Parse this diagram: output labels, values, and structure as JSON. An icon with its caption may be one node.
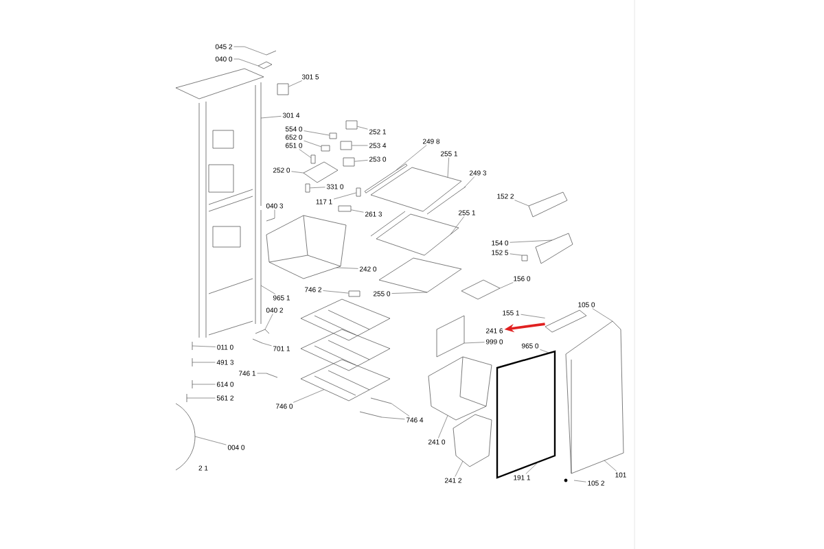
{
  "diagram": {
    "nodes": [
      {
        "text": [
          "045 2"
        ]
      },
      {
        "text": [
          "040 0"
        ]
      },
      {
        "text": [
          "301 5"
        ]
      },
      {
        "text": [
          "301 4"
        ]
      },
      {
        "text": [
          "554 0"
        ]
      },
      {
        "text": [
          "652 0"
        ]
      },
      {
        "text": [
          "651 0"
        ]
      },
      {
        "text": [
          "252 1"
        ]
      },
      {
        "text": [
          "253 4"
        ]
      },
      {
        "text": [
          "253 0"
        ]
      },
      {
        "text": [
          "249 8"
        ]
      },
      {
        "text": [
          "252 0"
        ]
      },
      {
        "text": [
          "255 1"
        ]
      },
      {
        "text": [
          "249 3"
        ]
      },
      {
        "text": [
          "331 0"
        ]
      },
      {
        "text": [
          "117 1"
        ]
      },
      {
        "text": [
          "152 2"
        ]
      },
      {
        "text": [
          "040 3"
        ]
      },
      {
        "text": [
          "261 3"
        ]
      },
      {
        "text": [
          "255 1"
        ]
      },
      {
        "text": [
          "154 0"
        ]
      },
      {
        "text": [
          "152 5"
        ]
      },
      {
        "text": [
          "965 1"
        ]
      },
      {
        "text": [
          "242 0"
        ]
      },
      {
        "text": [
          "255 0"
        ]
      },
      {
        "text": [
          "156 0"
        ]
      },
      {
        "text": [
          "746 2"
        ]
      },
      {
        "text": [
          "155 1"
        ]
      },
      {
        "text": [
          "105 0"
        ]
      },
      {
        "text": [
          "040 2"
        ]
      },
      {
        "text": [
          "241 6"
        ]
      },
      {
        "text": [
          "999 0"
        ]
      },
      {
        "text": [
          "965 0"
        ]
      },
      {
        "text": [
          "011 0"
        ]
      },
      {
        "text": [
          "701 1"
        ]
      },
      {
        "text": [
          "491 3"
        ]
      },
      {
        "text": [
          "746 1"
        ]
      },
      {
        "text": [
          "614 0"
        ]
      },
      {
        "text": [
          "561 2"
        ]
      },
      {
        "text": [
          "746 0"
        ]
      },
      {
        "text": [
          "746 4"
        ]
      },
      {
        "text": [
          "241 0"
        ]
      },
      {
        "text": [
          "004 0"
        ]
      },
      {
        "text": [
          "241 2"
        ]
      },
      {
        "text": [
          "191 1"
        ]
      },
      {
        "text": [
          "101"
        ]
      },
      {
        "text": [
          "105 2"
        ]
      },
      {
        "text": [],
        "shape": "picture"
      },
      {
        "text": [],
        "shape": "box"
      },
      {
        "text": [],
        "shape": "box"
      },
      {
        "text": [],
        "shape": "box"
      },
      {
        "text": [],
        "shape": "box"
      },
      {
        "text": [],
        "shape": "box"
      },
      {
        "text": [],
        "shape": "box"
      },
      {
        "text": [],
        "shape": "box"
      },
      {
        "text": [],
        "shape": "bar"
      },
      {
        "text": [],
        "shape": "box"
      },
      {
        "text": [],
        "shape": "box"
      },
      {
        "text": [],
        "shape": "box"
      },
      {
        "text": [],
        "shape": "box"
      }
    ],
    "edges": [
      {
        "from": 0,
        "to": null,
        "arrow": "none"
      },
      {
        "from": 1,
        "to": null,
        "arrow": "none"
      },
      {
        "from": 2,
        "to": 48,
        "arrow": "none"
      },
      {
        "from": 3,
        "to": null,
        "arrow": "none"
      },
      {
        "from": 4,
        "to": 49,
        "arrow": "none"
      },
      {
        "from": 5,
        "to": 50,
        "arrow": "none"
      },
      {
        "from": 6,
        "to": 51,
        "arrow": "none"
      },
      {
        "from": 7,
        "to": 52,
        "arrow": "none"
      },
      {
        "from": 8,
        "to": 53,
        "arrow": "none"
      },
      {
        "from": 9,
        "to": 54,
        "arrow": "none"
      },
      {
        "from": 10,
        "to": 55,
        "arrow": "none"
      },
      {
        "from": 11,
        "to": null,
        "arrow": "none"
      },
      {
        "from": 12,
        "to": null,
        "arrow": "none"
      },
      {
        "from": 13,
        "to": null,
        "arrow": "none"
      },
      {
        "from": 14,
        "to": 56,
        "arrow": "none"
      },
      {
        "from": 15,
        "to": 57,
        "arrow": "none"
      },
      {
        "from": 16,
        "to": null,
        "arrow": "none"
      },
      {
        "from": 17,
        "to": null,
        "arrow": "none"
      },
      {
        "from": 18,
        "to": 58,
        "arrow": "none"
      },
      {
        "from": 19,
        "to": null,
        "arrow": "none"
      },
      {
        "from": 20,
        "to": null,
        "arrow": "none"
      },
      {
        "from": 21,
        "to": null,
        "arrow": "none"
      },
      {
        "from": 22,
        "to": null,
        "arrow": "none"
      },
      {
        "from": 23,
        "to": null,
        "arrow": "none"
      },
      {
        "from": 24,
        "to": null,
        "arrow": "none"
      },
      {
        "from": 25,
        "to": null,
        "arrow": "none"
      },
      {
        "from": 26,
        "to": 59,
        "arrow": "none"
      },
      {
        "from": 27,
        "to": 47,
        "arrow": "none"
      },
      {
        "from": 28,
        "to": null,
        "arrow": "none"
      },
      {
        "from": 29,
        "to": null,
        "arrow": "none"
      },
      {
        "from": 47,
        "to": 30,
        "arrow": "to",
        "style": "thick",
        "color": "#e02020"
      },
      {
        "from": 31,
        "to": null,
        "arrow": "none"
      },
      {
        "from": 32,
        "to": null,
        "arrow": "none"
      },
      {
        "from": 33,
        "to": null,
        "arrow": "none"
      },
      {
        "from": 34,
        "to": null,
        "arrow": "none"
      },
      {
        "from": 35,
        "to": null,
        "arrow": "none"
      },
      {
        "from": 36,
        "to": null,
        "arrow": "none"
      },
      {
        "from": 37,
        "to": null,
        "arrow": "none"
      },
      {
        "from": 38,
        "to": null,
        "arrow": "none"
      },
      {
        "from": 39,
        "to": null,
        "arrow": "none"
      },
      {
        "from": 40,
        "to": null,
        "arrow": "none"
      },
      {
        "from": 40,
        "to": null,
        "arrow": "none"
      },
      {
        "from": 41,
        "to": null,
        "arrow": "none"
      },
      {
        "from": 42,
        "to": null,
        "arrow": "none"
      },
      {
        "from": 43,
        "to": null,
        "arrow": "none"
      },
      {
        "from": 44,
        "to": null,
        "arrow": "none"
      },
      {
        "from": 45,
        "to": null,
        "arrow": "none"
      },
      {
        "from": 46,
        "to": null,
        "arrow": "none"
      }
    ],
    "labels": [
      "2 1"
    ]
  }
}
